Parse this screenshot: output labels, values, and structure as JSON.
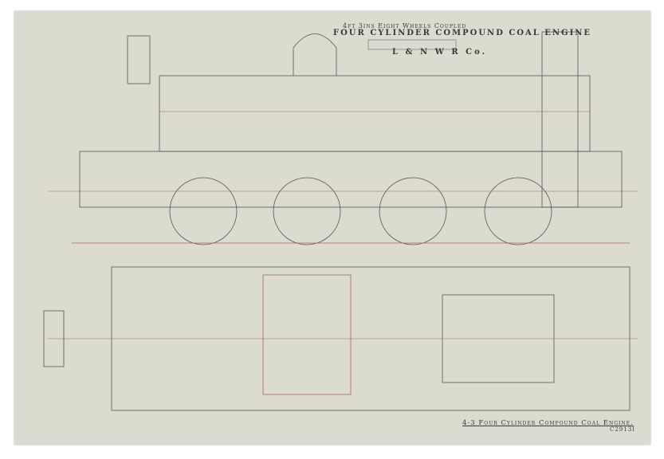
{
  "drawing": {
    "header_line1": "4ft 3ins Eight Wheels Coupled",
    "header_line2": "FOUR CYLINDER COMPOUND COAL ENGINE",
    "company": "L & N W R Co.",
    "caption": "4-3 Four Cylinder Compound Coal Engine.",
    "catalogue_number": "C2913I"
  },
  "colors": {
    "paper": "#dcdbd0",
    "ink": "#555555",
    "red_ink": "#b06060"
  }
}
